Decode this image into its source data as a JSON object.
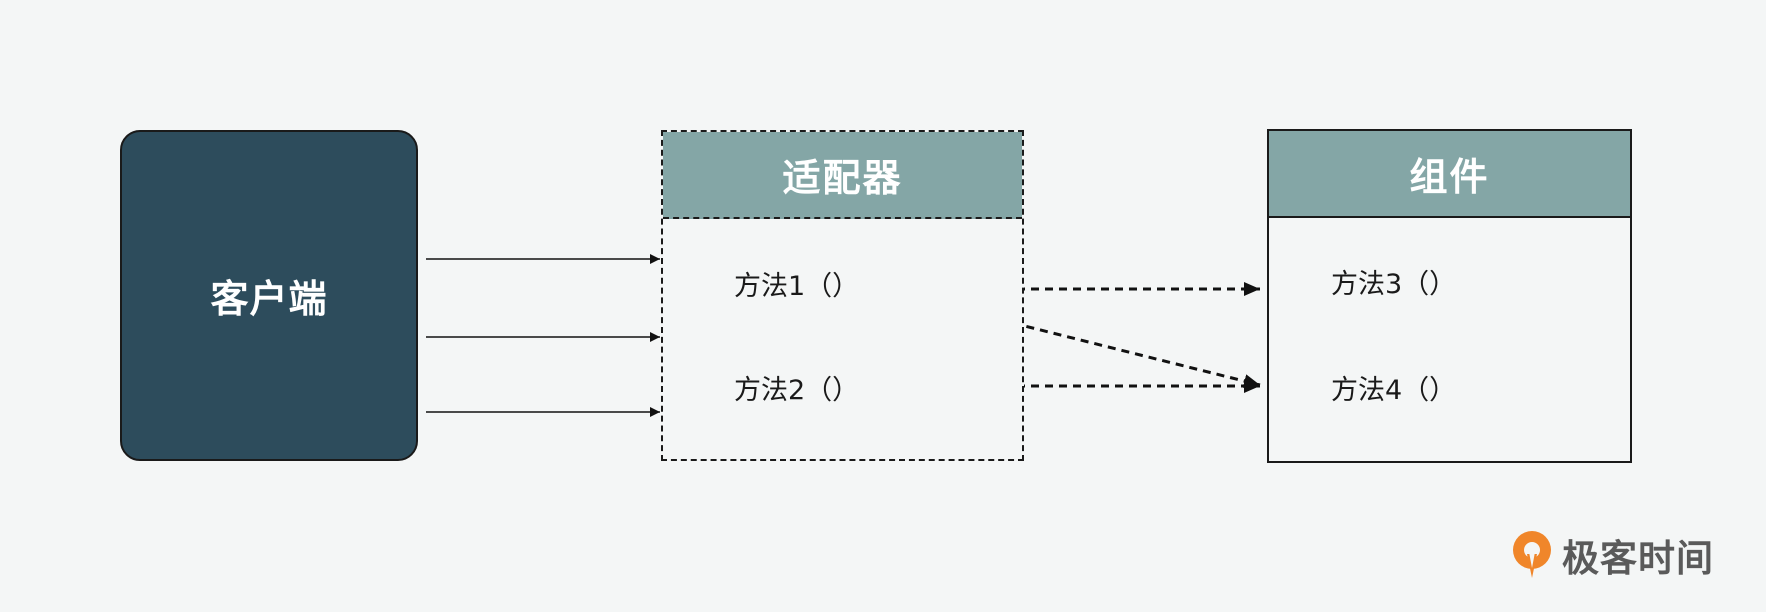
{
  "client": {
    "label": "客户端"
  },
  "adapter": {
    "title": "适配器",
    "methods": [
      "方法1（）",
      "方法2（）"
    ]
  },
  "component": {
    "title": "组件",
    "methods": [
      "方法3（）",
      "方法4（）"
    ]
  },
  "watermark": {
    "text": "极客时间",
    "icon": "geektime-logo-icon"
  },
  "colors": {
    "client_fill": "#2d4c5c",
    "header_fill": "#84a6a6",
    "background": "#f4f6f6",
    "logo_orange": "#f0862a"
  }
}
